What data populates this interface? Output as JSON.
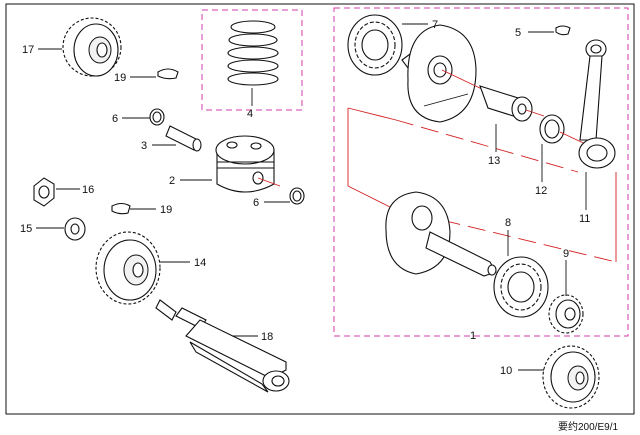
{
  "diagram": {
    "part_numbers": {
      "p1": "1",
      "p2": "2",
      "p3": "3",
      "p4": "4",
      "p5": "5",
      "p6a": "6",
      "p6b": "6",
      "p7": "7",
      "p8": "8",
      "p9": "9",
      "p10": "10",
      "p11": "11",
      "p12": "12",
      "p13": "13",
      "p14": "14",
      "p15": "15",
      "p16": "16",
      "p17": "17",
      "p18": "18",
      "p19a": "19",
      "p19b": "19"
    },
    "footer_code": "要约200/E9/1",
    "colors": {
      "group_box": "#d63aa8",
      "axis_line": "#d42020",
      "ink": "#111111"
    }
  }
}
